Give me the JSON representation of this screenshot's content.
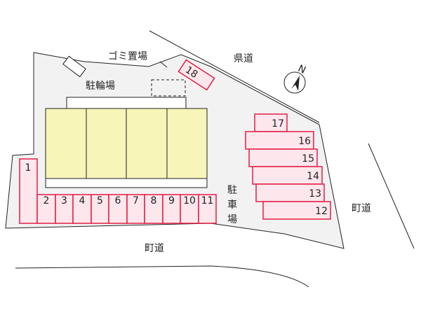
{
  "labels": {
    "garbage": "ゴミ置場",
    "bicycle": "駐輪場",
    "prefectural_road": "県道",
    "town_road_bottom": "町道",
    "town_road_right": "町道",
    "parking": "駐車場",
    "north": "N"
  },
  "parking_row": [
    "1",
    "2",
    "3",
    "4",
    "5",
    "6",
    "7",
    "8",
    "9",
    "10",
    "11"
  ],
  "parking_right": [
    "17",
    "16",
    "15",
    "14",
    "13",
    "12"
  ],
  "parking_top": "18",
  "colors": {
    "site": "#f2f2f2",
    "building": "#f7f5b8",
    "slot_border": "#e11d48",
    "slot_fill": "#fde7ec",
    "line": "#222222"
  }
}
